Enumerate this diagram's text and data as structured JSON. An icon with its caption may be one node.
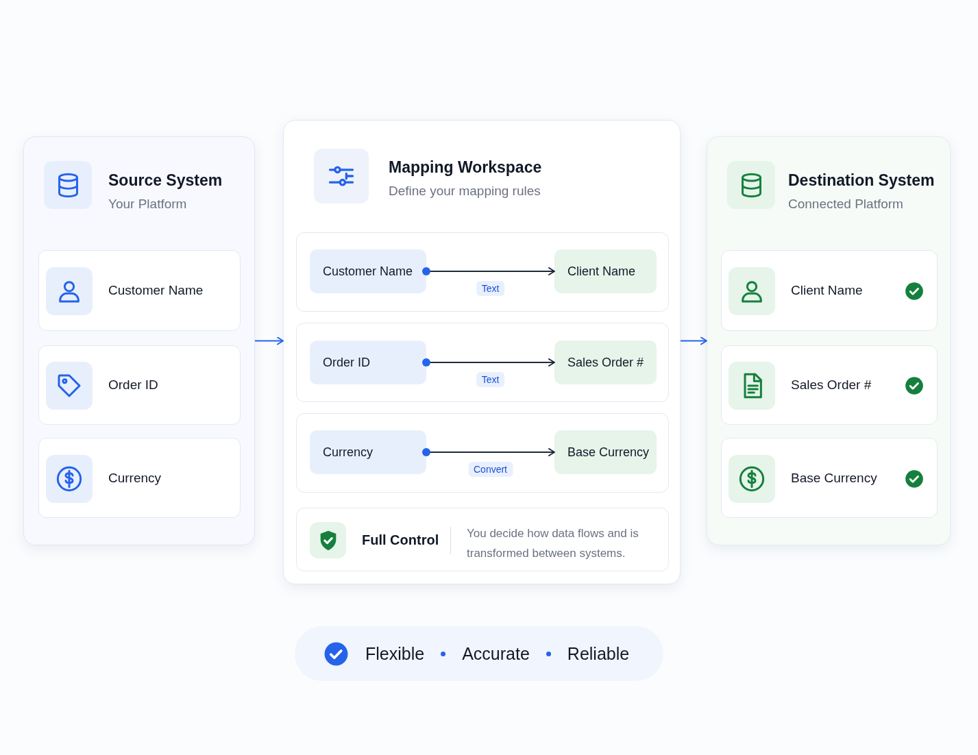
{
  "diagram": {
    "nodes": [
      {
        "text": [
          "Source System",
          "Your Platform"
        ]
      },
      {
        "text": [
          "Customer Name"
        ],
        "in": 0
      },
      {
        "text": [
          "Order ID"
        ],
        "in": 0
      },
      {
        "text": [
          "Currency"
        ],
        "in": 0
      },
      {
        "text": [
          "Mapping Workspace",
          "Define your mapping rules"
        ]
      },
      {
        "text": [
          "Customer Name"
        ],
        "in": 4
      },
      {
        "text": [
          "Client Name"
        ],
        "in": 4
      },
      {
        "text": [
          "Order ID"
        ],
        "in": 4
      },
      {
        "text": [
          "Sales Order #"
        ],
        "in": 4
      },
      {
        "text": [
          "Currency"
        ],
        "in": 4
      },
      {
        "text": [
          "Base Currency"
        ],
        "in": 4
      },
      {
        "text": [
          "Full Control",
          "You decide how data flows and is transformed between systems."
        ],
        "in": 4
      },
      {
        "text": [
          "Destination System",
          "Connected Platform"
        ]
      },
      {
        "text": [
          "Client Name"
        ],
        "in": 12
      },
      {
        "text": [
          "Sales Order #"
        ],
        "in": 12
      },
      {
        "text": [
          "Base Currency"
        ],
        "in": 12
      },
      {
        "text": [
          "Flexible",
          "Accurate",
          "Reliable"
        ]
      }
    ],
    "edges": [
      {
        "from": 0,
        "to": 4,
        "arrow": "to",
        "color": "#2563eb"
      },
      {
        "from": 4,
        "to": 12,
        "arrow": "to",
        "color": "#2563eb"
      },
      {
        "from": 5,
        "to": 6,
        "arrow": "to",
        "label": "Text"
      },
      {
        "from": 7,
        "to": 8,
        "arrow": "to",
        "label": "Text"
      },
      {
        "from": 9,
        "to": 10,
        "arrow": "to",
        "label": "Convert"
      }
    ]
  }
}
